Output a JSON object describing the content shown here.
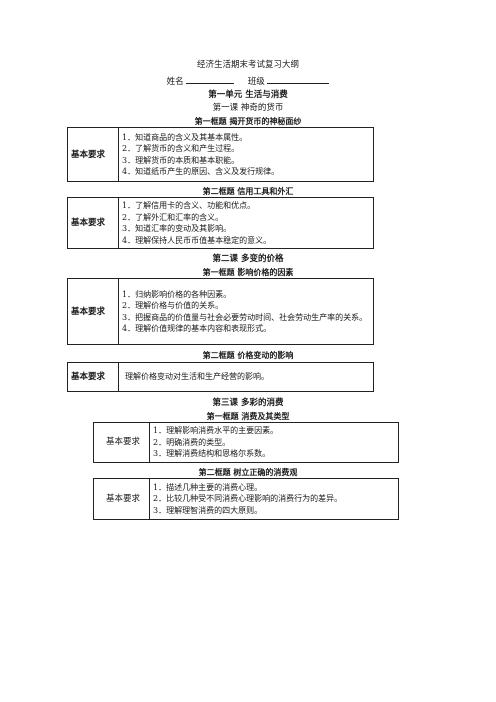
{
  "header": {
    "title": "经济生活期末考试复习大纲",
    "name_label": "姓名",
    "class_label": "班级"
  },
  "unit1": {
    "title": "第一单元  生活与消费",
    "lesson1": {
      "title": "第一课  神奇的货币",
      "frame1": {
        "title": "第一框题   揭开货币的神秘面纱",
        "label": "基本要求",
        "items": [
          "1．知道商品的含义及其基本属性。",
          "2．了解货币的含义和产生过程。",
          "3．理解货币的本质和基本职能。",
          "4．知道纸币产生的原因、含义及发行规律。"
        ]
      },
      "frame2": {
        "title": "第二框题   信用工具和外汇",
        "label": "基本要求",
        "items": [
          "1．了解信用卡的含义、功能和优点。",
          "2．了解外汇和汇率的含义。",
          "3．知道汇率的变动及其影响。",
          "4．理解保持人民币币值基本稳定的意义。"
        ]
      }
    },
    "lesson2": {
      "title": "第二课   多变的价格",
      "frame1": {
        "title": "第一框题   影响价格的因素",
        "label": "基本要求",
        "items": [
          "1．归纳影响价格的各种因素。",
          "2．理解价格与价值的关系。",
          "3．把握商品的价值量与社会必要劳动时间、社会劳动生产率的关系。",
          "4．理解价值规律的基本内容和表现形式。"
        ]
      },
      "frame2": {
        "title": "第二框题   价格变动的影响",
        "label": "基本要求",
        "items": [
          "理解价格变动对生活和生产经营的影响。"
        ]
      }
    },
    "lesson3": {
      "title": "第三课   多彩的消费",
      "frame1": {
        "title": "第一框题    消费及其类型",
        "label": "基本要求",
        "items": [
          "1．理解影响消费水平的主要因素。",
          "2．明确消费的类型。",
          "3．理解消费结构和恩格尔系数。"
        ]
      },
      "frame2": {
        "title": "第二框题   树立正确的消费观",
        "label": "基本要求",
        "items": [
          "1．描述几种主要的消费心理。",
          "2．比较几种受不同消费心理影响的消费行为的差异。",
          "3．理解理智消费的四大原则。"
        ]
      }
    }
  }
}
